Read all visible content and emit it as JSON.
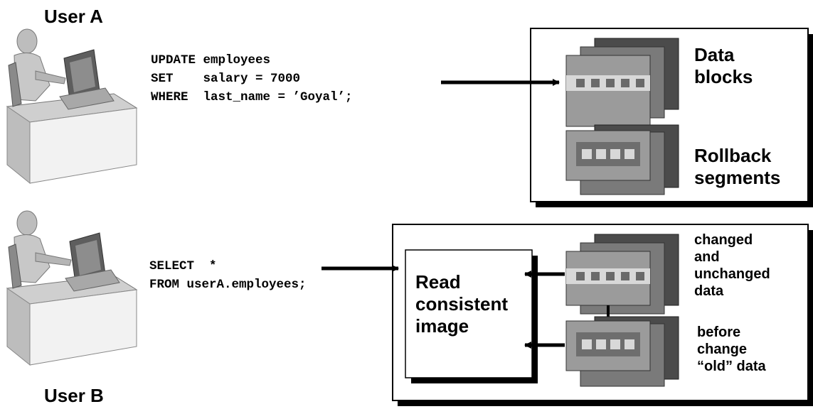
{
  "user_a": {
    "label": "User A",
    "sql": {
      "line1": "UPDATE employees",
      "line2": "SET    salary = 7000",
      "line3": "WHERE  last_name = ’Goyal’;"
    }
  },
  "user_b": {
    "label": "User B",
    "sql": {
      "line1": "SELECT  *",
      "line2": "FROM userA.employees;"
    }
  },
  "top_box": {
    "data_blocks_label_1": "Data",
    "data_blocks_label_2": "blocks",
    "rollback_label_1": "Rollback",
    "rollback_label_2": "segments"
  },
  "bottom_box": {
    "read_consistent_1": "Read",
    "read_consistent_2": "consistent",
    "read_consistent_3": "image",
    "changed_1": "changed",
    "changed_2": "and",
    "changed_3": "unchanged",
    "changed_4": "data",
    "before_1": "before",
    "before_2": "change",
    "before_3": "“old” data"
  }
}
